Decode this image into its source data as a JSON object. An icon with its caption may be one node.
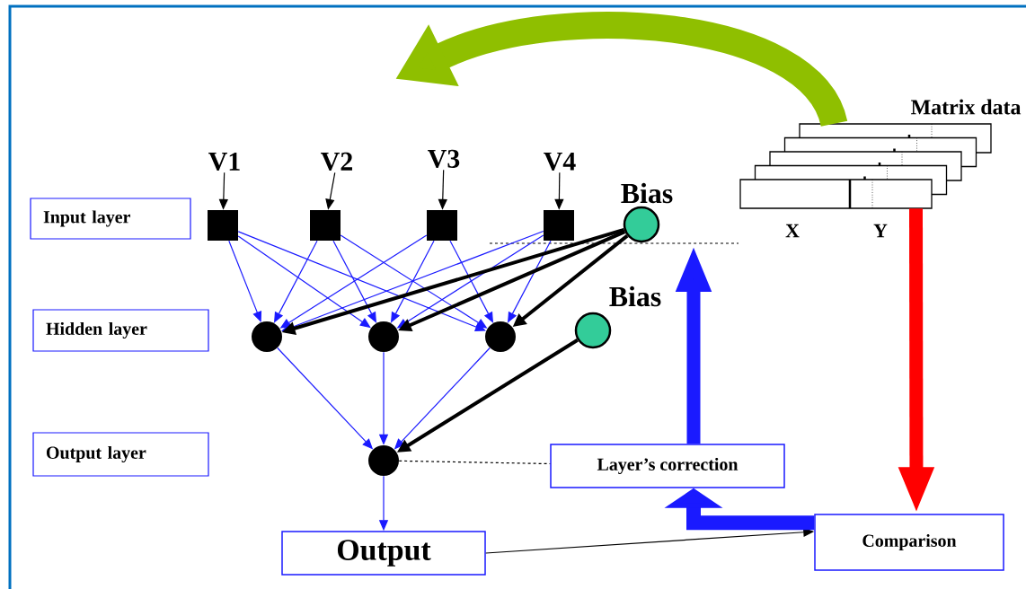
{
  "diagram": {
    "nodes": [
      {
        "text": [
          "Input layer"
        ]
      },
      {
        "text": [
          "Hidden layer"
        ]
      },
      {
        "text": [
          "Output layer"
        ]
      },
      {
        "text": [
          "V1"
        ]
      },
      {
        "text": [
          "V2"
        ]
      },
      {
        "text": [
          "V3"
        ]
      },
      {
        "text": [
          "V4"
        ]
      },
      {
        "text": [],
        "shape": "box"
      },
      {
        "text": [],
        "shape": "box"
      },
      {
        "text": [],
        "shape": "box"
      },
      {
        "text": [],
        "shape": "box"
      },
      {
        "text": [
          "Bias"
        ]
      },
      {
        "text": [],
        "shape": "circle"
      },
      {
        "text": [],
        "shape": "circle"
      },
      {
        "text": [],
        "shape": "circle"
      },
      {
        "text": [
          "Bias"
        ]
      },
      {
        "text": [],
        "shape": "circle"
      },
      {
        "text": [
          "Output"
        ]
      },
      {
        "text": [
          "Layer’s correction"
        ]
      },
      {
        "text": [
          "Comparison"
        ]
      },
      {
        "text": [
          "Matrix data"
        ],
        "beside": [
          "X",
          "Y"
        ]
      }
    ],
    "edges": [
      {
        "from": 3,
        "to": 7,
        "arrow": "to",
        "color": "#000000"
      },
      {
        "from": 4,
        "to": 8,
        "arrow": "to",
        "color": "#000000"
      },
      {
        "from": 5,
        "to": 9,
        "arrow": "to",
        "color": "#000000"
      },
      {
        "from": 6,
        "to": 10,
        "arrow": "to",
        "color": "#000000"
      },
      {
        "from": 7,
        "to": 12,
        "arrow": "to"
      },
      {
        "from": 7,
        "to": 13,
        "arrow": "to"
      },
      {
        "from": 7,
        "to": 14,
        "arrow": "to"
      },
      {
        "from": 8,
        "to": 12,
        "arrow": "to"
      },
      {
        "from": 8,
        "to": 13,
        "arrow": "to"
      },
      {
        "from": 8,
        "to": 14,
        "arrow": "to"
      },
      {
        "from": 9,
        "to": 12,
        "arrow": "to"
      },
      {
        "from": 9,
        "to": 13,
        "arrow": "to"
      },
      {
        "from": 9,
        "to": 14,
        "arrow": "to"
      },
      {
        "from": 10,
        "to": 12,
        "arrow": "to"
      },
      {
        "from": 10,
        "to": 13,
        "arrow": "to"
      },
      {
        "from": 10,
        "to": 14,
        "arrow": "to"
      },
      {
        "from": 11,
        "to": 12,
        "arrow": "to",
        "style": "thick",
        "color": "#000000"
      },
      {
        "from": 11,
        "to": 13,
        "arrow": "to",
        "style": "thick",
        "color": "#000000"
      },
      {
        "from": 11,
        "to": 14,
        "arrow": "to",
        "style": "thick",
        "color": "#000000"
      },
      {
        "from": 12,
        "to": 16,
        "arrow": "to"
      },
      {
        "from": 13,
        "to": 16,
        "arrow": "to"
      },
      {
        "from": 14,
        "to": 16,
        "arrow": "to"
      },
      {
        "from": 15,
        "to": 16,
        "arrow": "to",
        "style": "thick",
        "color": "#000000"
      },
      {
        "from": 16,
        "to": 17,
        "arrow": "to"
      },
      {
        "from": 16,
        "to": 18,
        "arrow": "none",
        "style": "dashed",
        "color": "#000000"
      },
      {
        "from": 17,
        "to": 19,
        "arrow": "to",
        "color": "#000000"
      },
      {
        "from": 20,
        "to": 19,
        "arrow": "to",
        "style": "thick",
        "color": "#ff0000"
      },
      {
        "from": 19,
        "to": 18,
        "arrow": "to",
        "style": "thick"
      },
      {
        "from": 18,
        "to": null,
        "arrow": "to",
        "style": "thick"
      },
      {
        "from": 20,
        "to": null,
        "arrow": "to",
        "style": "thick",
        "color": "#8fbf00"
      }
    ]
  }
}
